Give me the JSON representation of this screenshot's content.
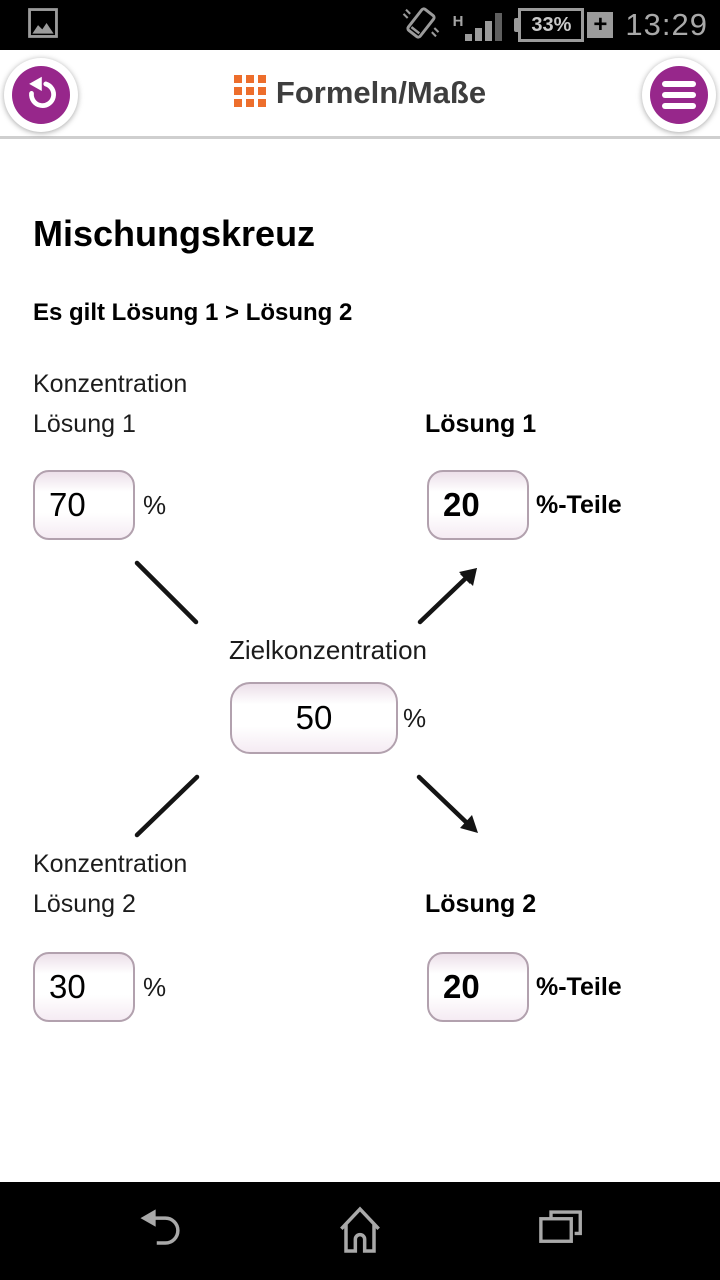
{
  "status_bar": {
    "time": "13:29",
    "network_type": "H",
    "battery": {
      "percent": "33%",
      "charging": "+"
    }
  },
  "header": {
    "title": "Formeln/Maße"
  },
  "content": {
    "heading": "Mischungskreuz",
    "condition": "Es gilt Lösung 1 > Lösung 2",
    "sol1": {
      "label_line1": "Konzentration",
      "label_line2": "Lösung 1",
      "concentration": "70",
      "unit": "%",
      "result_label": "Lösung 1",
      "parts": "20",
      "parts_unit": "%-Teile"
    },
    "target": {
      "label": "Zielkonzentration",
      "value": "50",
      "unit": "%"
    },
    "sol2": {
      "label_line1": "Konzentration",
      "label_line2": "Lösung 2",
      "concentration": "30",
      "unit": "%",
      "result_label": "Lösung 2",
      "parts": "20",
      "parts_unit": "%-Teile"
    }
  },
  "colors": {
    "accent_purple": "#97278b",
    "grid_orange": "#ed6e2c",
    "input_border": "#b2a1ae",
    "nav_icon_gray": "#a9a9a9"
  }
}
